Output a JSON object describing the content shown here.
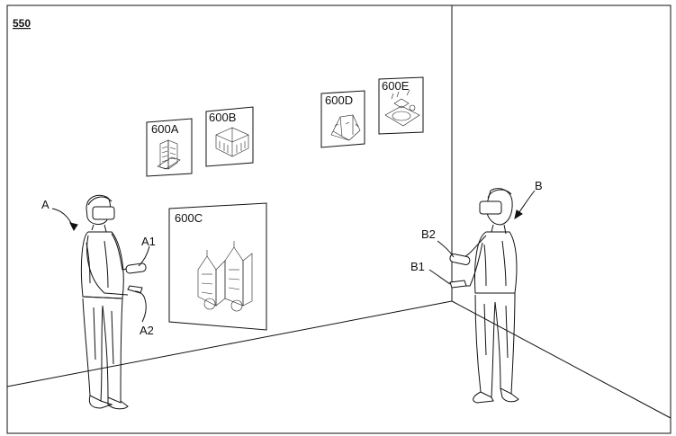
{
  "figure_number": "550",
  "users": {
    "a": {
      "label": "A",
      "controller_1": "A1",
      "controller_2": "A2"
    },
    "b": {
      "label": "B",
      "controller_1": "B1",
      "controller_2": "B2"
    }
  },
  "virtual_objects": [
    {
      "label": "600A",
      "icon": "office-tower-icon"
    },
    {
      "label": "600B",
      "icon": "apartment-building-icon"
    },
    {
      "label": "600C",
      "icon": "twin-houses-icon"
    },
    {
      "label": "600D",
      "icon": "house-model-icon"
    },
    {
      "label": "600E",
      "icon": "site-plan-icon"
    }
  ]
}
